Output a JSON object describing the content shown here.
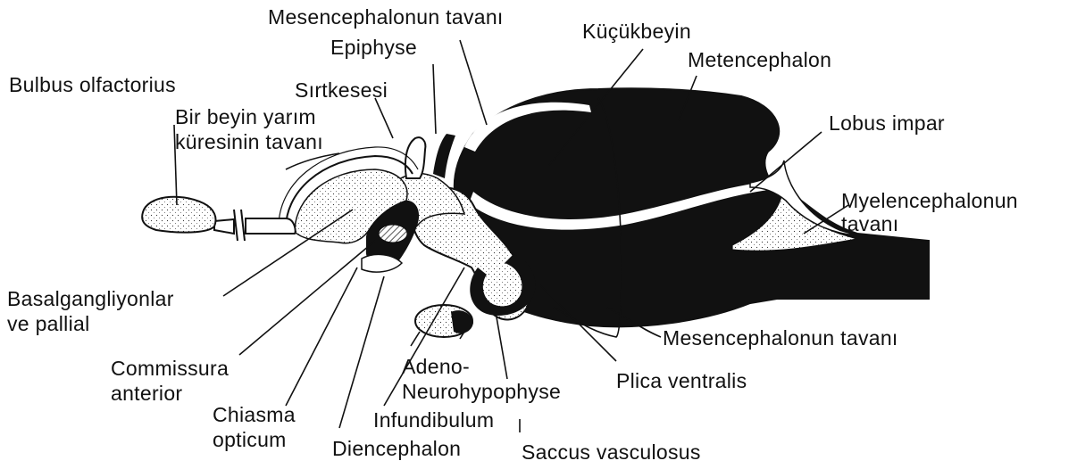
{
  "labels": {
    "mesencephalon_roof_top": "Mesencephalonun tavanı",
    "epiphyse": "Epiphyse",
    "kucukbeyin": "Küçükbeyin",
    "metencephalon": "Metencephalon",
    "bulbus": "Bulbus olfactorius",
    "sirtkesesi": "Sırtkesesi",
    "hemisphere_roof_1": "Bir beyin yarım",
    "hemisphere_roof_2": "küresinin tavanı",
    "lobus_impar": "Lobus impar",
    "myelencephalon_1": "Myelencephalonun",
    "myelencephalon_2": "tavanı",
    "basal_1": "Basalgangliyonlar",
    "basal_2": "ve pallial",
    "mesencephalon_roof_bottom": "Mesencephalonun tavanı",
    "commissura_1": "Commissura",
    "commissura_2": "anterior",
    "adeno": "Adeno-",
    "neurohypophyse": "Neurohypophyse",
    "plica": "Plica ventralis",
    "chiasma_1": "Chiasma",
    "chiasma_2": "opticum",
    "infundibulum": "Infundibulum",
    "diencephalon": "Diencephalon",
    "saccus": "Saccus vasculosus"
  },
  "colors": {
    "ink": "#111111",
    "paper": "#ffffff",
    "stipple": "#f4f4f4"
  }
}
